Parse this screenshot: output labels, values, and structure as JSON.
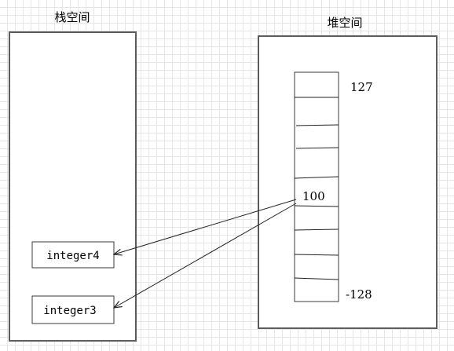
{
  "stack": {
    "title": "栈空间",
    "vars": [
      "integer4",
      "integer3"
    ]
  },
  "heap": {
    "title": "堆空间",
    "max_label": "127",
    "value_label": "100",
    "min_label": "-128"
  },
  "colors": {
    "panel_border": "#5c5c5c",
    "grid": "#e6e6e6",
    "line": "#222222"
  }
}
